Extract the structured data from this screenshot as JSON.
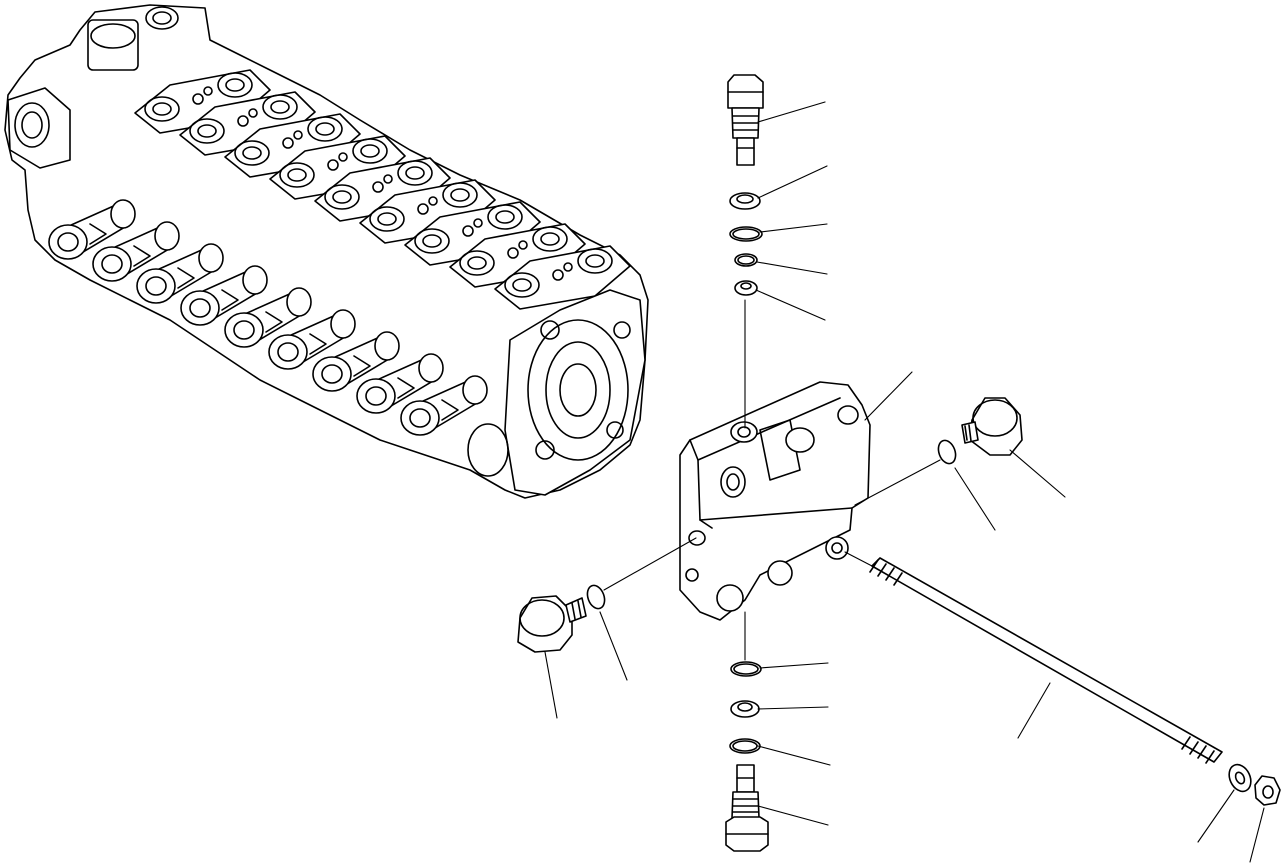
{
  "diagram": {
    "kind": "exploded-parts-view",
    "subject_icon": "control-valve-assembly",
    "parts": [
      {
        "id": "valve-body-section",
        "icon": "valve-block-icon"
      },
      {
        "id": "pilot-plug-top",
        "icon": "plug-icon"
      },
      {
        "id": "ring-top-1",
        "icon": "washer-icon"
      },
      {
        "id": "oring-top-1",
        "icon": "o-ring-icon"
      },
      {
        "id": "oring-top-2",
        "icon": "o-ring-icon"
      },
      {
        "id": "ring-top-2",
        "icon": "washer-icon"
      },
      {
        "id": "cap-plug-right",
        "icon": "plug-icon"
      },
      {
        "id": "oring-right",
        "icon": "o-ring-icon"
      },
      {
        "id": "cap-plug-left",
        "icon": "plug-icon"
      },
      {
        "id": "oring-left",
        "icon": "o-ring-icon"
      },
      {
        "id": "tie-bolt",
        "icon": "bolt-icon"
      },
      {
        "id": "washer-bolt",
        "icon": "washer-icon"
      },
      {
        "id": "nut-bolt",
        "icon": "nut-icon"
      },
      {
        "id": "oring-bottom-1",
        "icon": "o-ring-icon"
      },
      {
        "id": "ring-bottom-1",
        "icon": "washer-icon"
      },
      {
        "id": "oring-bottom-2",
        "icon": "o-ring-icon"
      },
      {
        "id": "pilot-plug-bottom",
        "icon": "plug-icon"
      }
    ],
    "callout_count": 17
  }
}
